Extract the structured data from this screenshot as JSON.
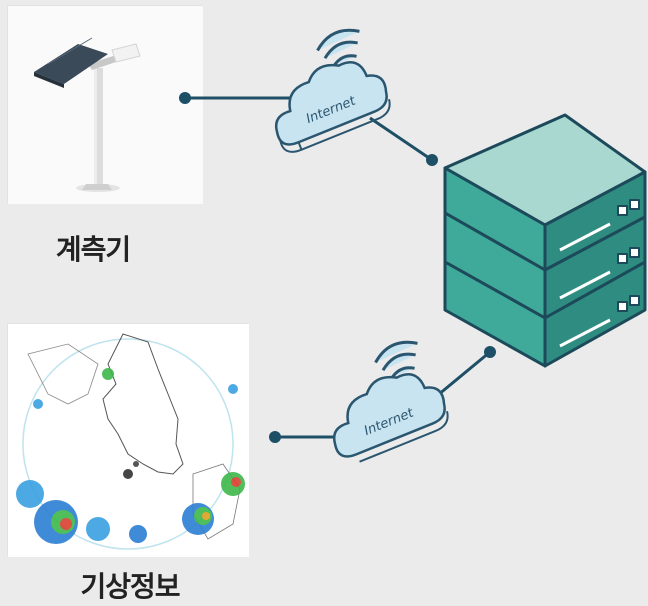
{
  "nodes": {
    "sensor": {
      "label": "계측기"
    },
    "weather": {
      "label": "기상정보"
    }
  },
  "clouds": {
    "top": {
      "text": "Internet"
    },
    "bottom": {
      "text": "Internet"
    }
  },
  "colors": {
    "background": "#ebebeb",
    "line": "#1d4f66",
    "cloud_fill": "#c8e4f1",
    "cloud_stroke": "#2b5670",
    "server_top": "#a9d8d0",
    "server_front": "#3fa99a",
    "server_side": "#2f8c80",
    "server_stroke": "#1c4a5a"
  },
  "icons": {
    "sensor": "solar-panel-sensor-icon",
    "weather": "weather-radar-map-icon",
    "server": "server-stack-icon",
    "cloud": "internet-cloud-wifi-icon"
  }
}
